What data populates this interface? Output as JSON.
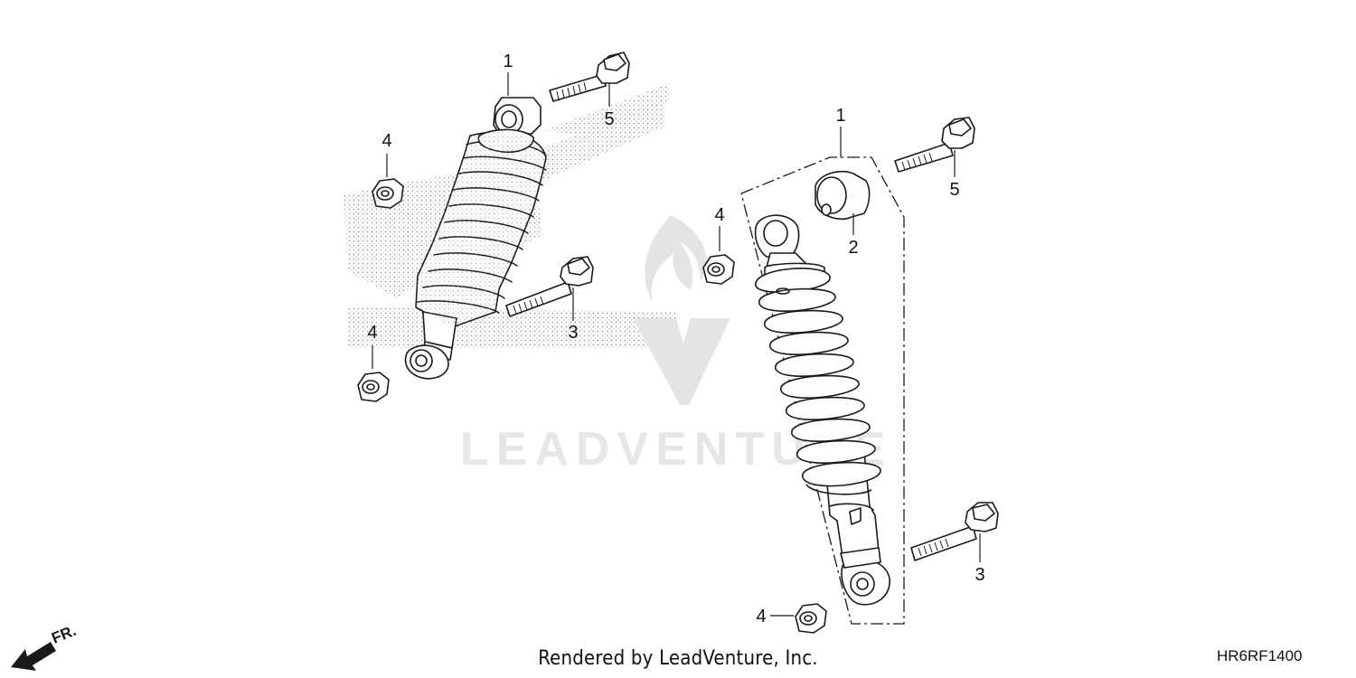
{
  "callouts": {
    "left_shock": "1",
    "left_bolt_upper": "5",
    "left_nut_upper": "4",
    "left_bolt_lower": "3",
    "left_nut_lower": "4",
    "right_shock": "1",
    "right_bolt_upper": "5",
    "right_bushing": "2",
    "right_nut_upper": "4",
    "right_bolt_lower": "3",
    "right_nut_lower": "4"
  },
  "direction_label": "FR.",
  "watermark_text": "LEADVENTURE",
  "footer": {
    "credit": "Rendered by LeadVenture, Inc.",
    "diagram_code": "HR6RF1400"
  },
  "colors": {
    "line": "#1a1a1a",
    "stipple": "#8a8a8a",
    "watermark": "#e4e4e4"
  }
}
